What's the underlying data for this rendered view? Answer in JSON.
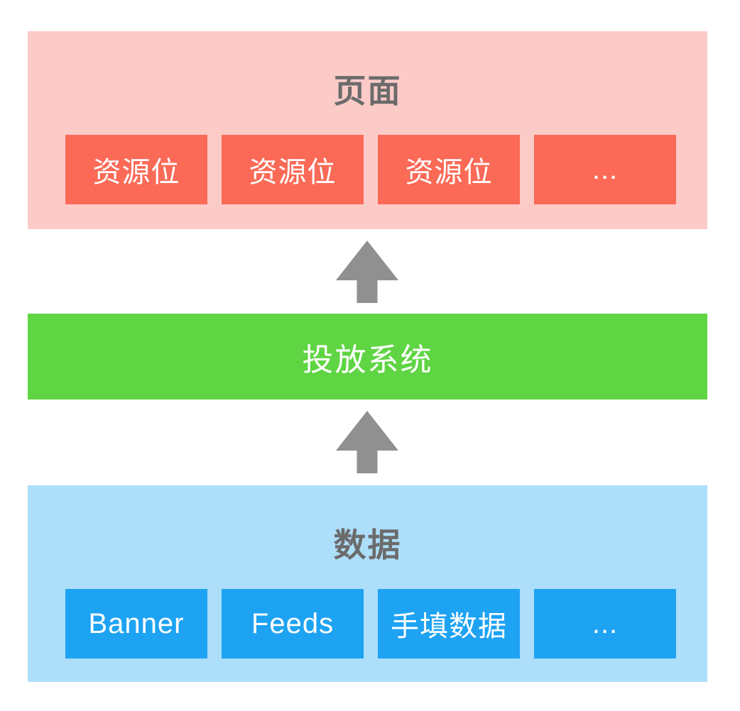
{
  "colors": {
    "pink_bg": "#FCCBC8",
    "red_box": "#FA6A57",
    "green_bg": "#5FD543",
    "blue_panel_bg": "#ADDEFA",
    "blue_box": "#1EA3F3",
    "arrow_gray": "#909090",
    "title_text": "#6B6B6B",
    "box_text": "#FFFFFF"
  },
  "diagram": {
    "layers": {
      "page": {
        "title": "页面",
        "slots": [
          "资源位",
          "资源位",
          "资源位",
          "..."
        ]
      },
      "delivery": {
        "title": "投放系统"
      },
      "data": {
        "title": "数据",
        "sources": [
          "Banner",
          "Feeds",
          "手填数据",
          "..."
        ]
      }
    },
    "arrows": [
      {
        "from": "delivery",
        "to": "page",
        "direction": "up"
      },
      {
        "from": "data",
        "to": "delivery",
        "direction": "up"
      }
    ]
  }
}
